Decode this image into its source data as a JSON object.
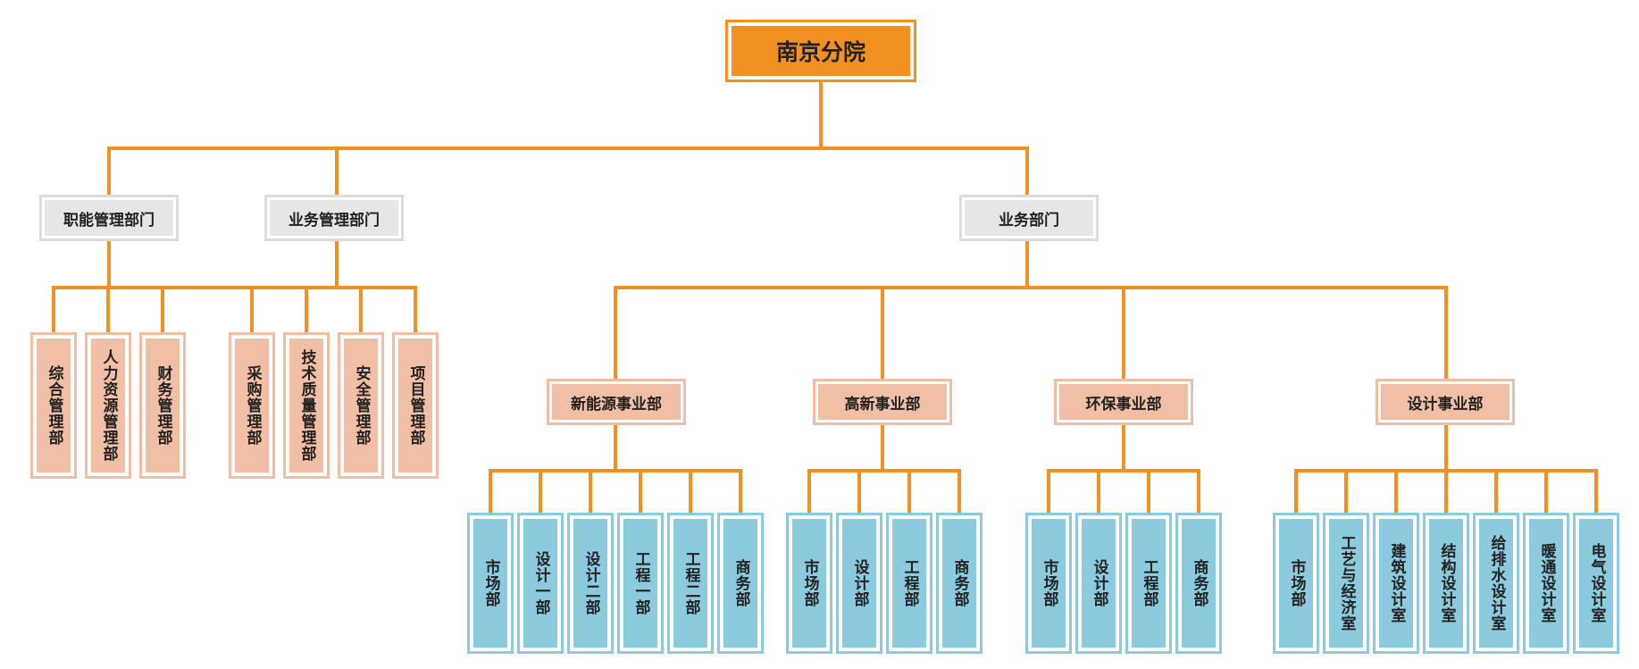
{
  "root": {
    "label": "南京分院"
  },
  "level1": [
    {
      "label": "职能管理部门",
      "children": [
        "综合管理部",
        "人力资源管理部",
        "财务管理部"
      ]
    },
    {
      "label": "业务管理部门",
      "children": [
        "采购管理部",
        "技术质量管理部",
        "安全管理部",
        "项目管理部"
      ]
    },
    {
      "label": "业务部门"
    }
  ],
  "business_units": [
    {
      "label": "新能源事业部",
      "children": [
        "市场部",
        "设计一部",
        "设计二部",
        "工程一部",
        "工程二部",
        "商务部"
      ]
    },
    {
      "label": "高新事业部",
      "children": [
        "市场部",
        "设计部",
        "工程部",
        "商务部"
      ]
    },
    {
      "label": "环保事业部",
      "children": [
        "市场部",
        "设计部",
        "工程部",
        "商务部"
      ]
    },
    {
      "label": "设计事业部",
      "children": [
        "市场部",
        "工艺与经济室",
        "建筑设计室",
        "结构设计室",
        "给排水设计室",
        "暖通设计室",
        "电气设计室"
      ]
    }
  ],
  "colors": {
    "line": "#f39022",
    "root_fill": "#f39022",
    "grey_fill": "#e6e6e6",
    "salmon_fill": "#f0bfa6",
    "blue_fill": "#8ccbde"
  }
}
